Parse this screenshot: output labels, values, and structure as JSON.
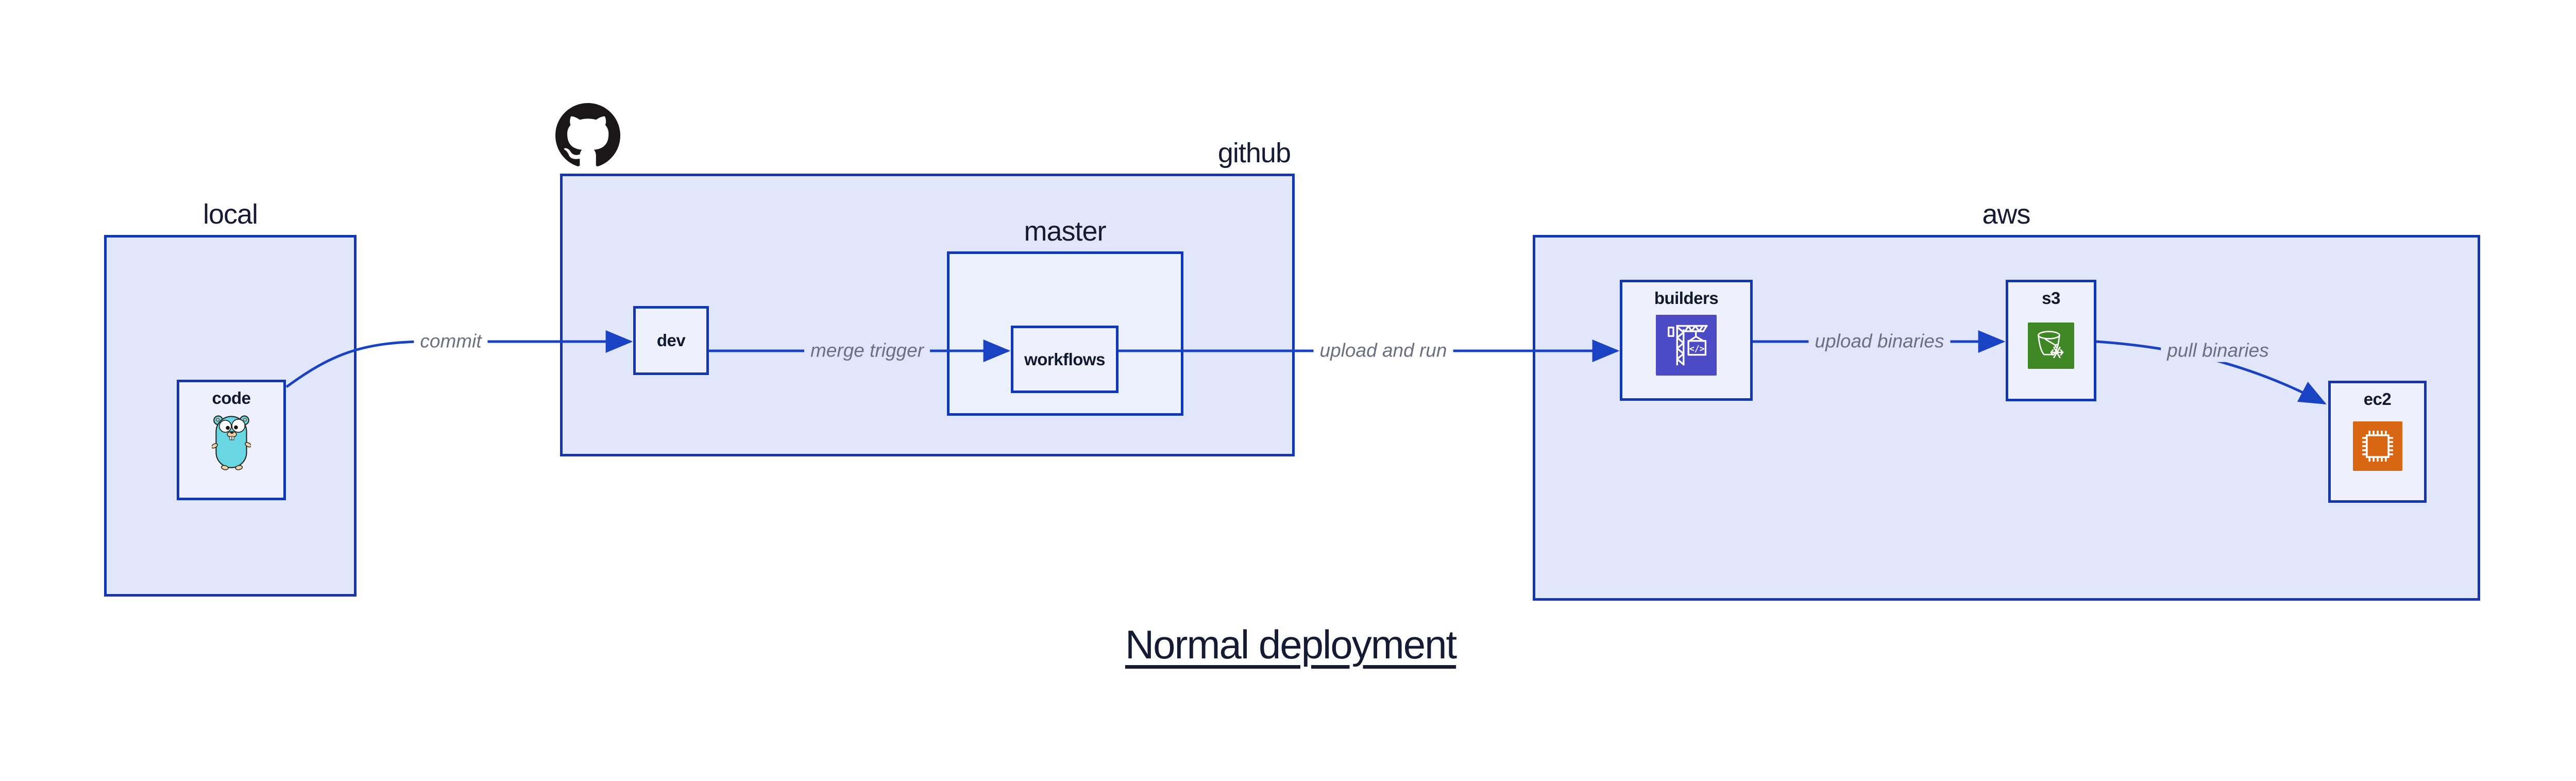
{
  "title": "Normal deployment",
  "groups": {
    "local": {
      "label": "local"
    },
    "github": {
      "label": "github",
      "icon": "github-octocat-mark-icon"
    },
    "master": {
      "label": "master"
    },
    "aws": {
      "label": "aws"
    }
  },
  "nodes": {
    "code": {
      "label": "code",
      "icon": "go-gopher-icon"
    },
    "dev": {
      "label": "dev"
    },
    "workflows": {
      "label": "workflows"
    },
    "builders": {
      "label": "builders",
      "icon": "aws-codebuild-crane-icon"
    },
    "s3": {
      "label": "s3",
      "icon": "aws-s3-glacier-bucket-snowflake-icon"
    },
    "ec2": {
      "label": "ec2",
      "icon": "aws-ec2-chip-icon"
    }
  },
  "edges": {
    "commit": {
      "label": "commit"
    },
    "merge_trigger": {
      "label": "merge trigger"
    },
    "upload_and_run": {
      "label": "upload and run"
    },
    "upload_binaries": {
      "label": "upload binaries"
    },
    "pull_binaries": {
      "label": "pull binaries"
    }
  },
  "icons": {
    "builders_glyph": "</>"
  },
  "colors": {
    "border_blue": "#1137b5",
    "arrow_blue": "#1a43c4",
    "group_fill": "#e1e6fa",
    "master_fill": "#ecf0fb",
    "node_fill": "#eef1fc",
    "edge_label_gray": "#6b7080",
    "text_navy": "#141b33",
    "codebuild_purple": "#4c4bc5",
    "s3_green": "#3f8624",
    "ec2_orange": "#d86613",
    "gopher_teal": "#68d6e3",
    "github_black": "#191717"
  }
}
